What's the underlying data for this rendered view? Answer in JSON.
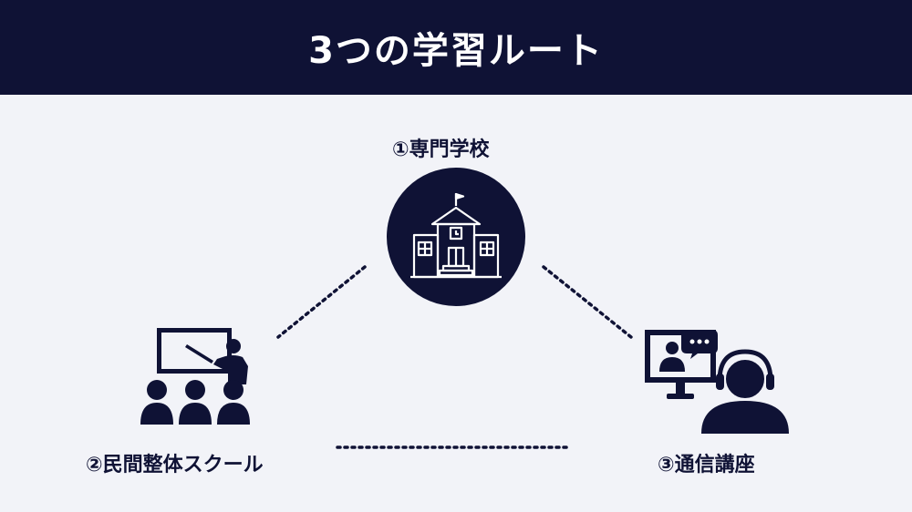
{
  "title": "3つの学習ルート",
  "routes": [
    {
      "label": "①専門学校",
      "icon": "school-building-icon"
    },
    {
      "label": "②民間整体スクール",
      "icon": "classroom-teacher-icon"
    },
    {
      "label": "③通信講座",
      "icon": "online-course-headset-icon"
    }
  ],
  "colors": {
    "header_bg": "#0f1235",
    "page_bg": "#f2f3f8",
    "icon": "#0f1235",
    "text": "#0f1235"
  }
}
